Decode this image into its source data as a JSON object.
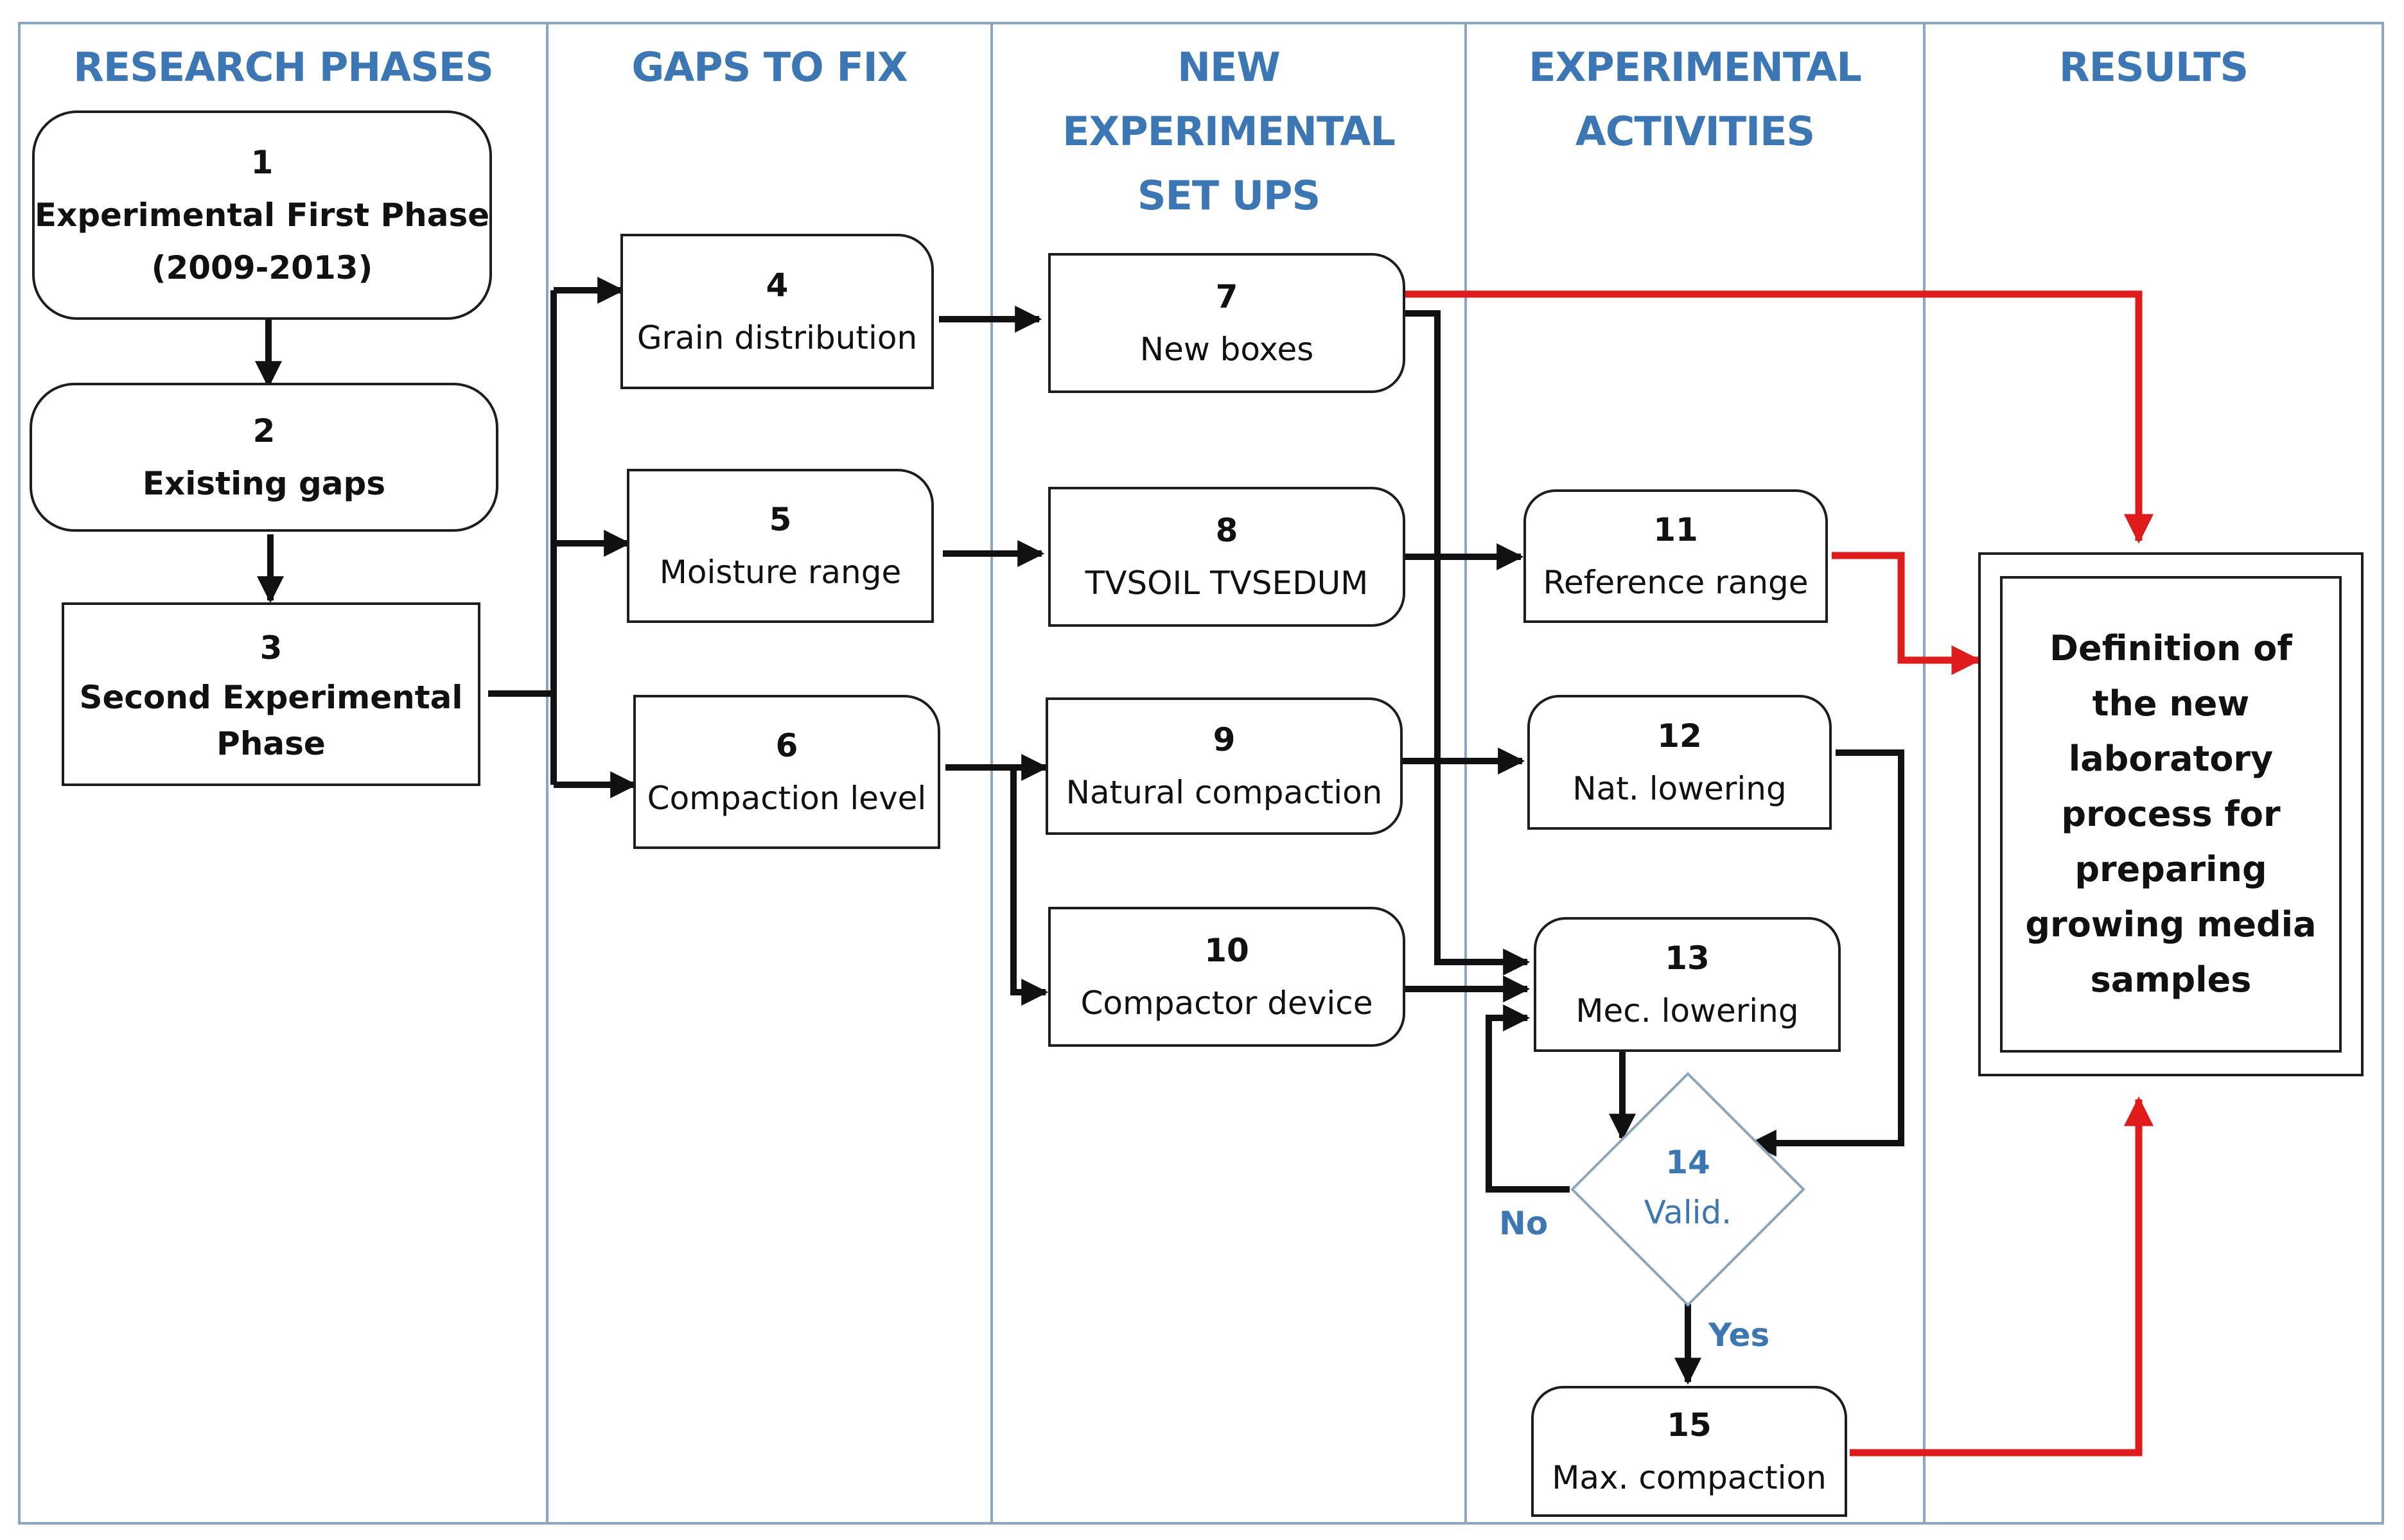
{
  "columns": [
    {
      "key": "research",
      "title_lines": [
        "RESEARCH PHASES"
      ]
    },
    {
      "key": "gaps",
      "title_lines": [
        "GAPS TO FIX"
      ]
    },
    {
      "key": "setups",
      "title_lines": [
        "NEW",
        "EXPERIMENTAL",
        "SET UPS"
      ]
    },
    {
      "key": "activities",
      "title_lines": [
        "EXPERIMENTAL",
        "ACTIVITIES"
      ]
    },
    {
      "key": "results",
      "title_lines": [
        "RESULTS"
      ]
    }
  ],
  "nodes": {
    "n1": {
      "num": "1",
      "lines": [
        "Experimental First Phase",
        "(2009-2013)"
      ]
    },
    "n2": {
      "num": "2",
      "lines": [
        "Existing gaps"
      ]
    },
    "n3": {
      "num": "3",
      "lines": [
        "Second Experimental",
        "Phase"
      ]
    },
    "n4": {
      "num": "4",
      "lines": [
        "Grain distribution"
      ]
    },
    "n5": {
      "num": "5",
      "lines": [
        "Moisture range"
      ]
    },
    "n6": {
      "num": "6",
      "lines": [
        "Compaction level"
      ]
    },
    "n7": {
      "num": "7",
      "lines": [
        "New boxes"
      ]
    },
    "n8": {
      "num": "8",
      "lines": [
        "TVSOIL TVSEDUM"
      ]
    },
    "n9": {
      "num": "9",
      "lines": [
        "Natural compaction"
      ]
    },
    "n10": {
      "num": "10",
      "lines": [
        "Compactor device"
      ]
    },
    "n11": {
      "num": "11",
      "lines": [
        "Reference range"
      ]
    },
    "n12": {
      "num": "12",
      "lines": [
        "Nat. lowering"
      ]
    },
    "n13": {
      "num": "13",
      "lines": [
        "Mec. lowering"
      ]
    },
    "n14": {
      "num": "14",
      "lines": [
        "Valid."
      ]
    },
    "n15": {
      "num": "15",
      "lines": [
        "Max. compaction"
      ]
    }
  },
  "result": {
    "text": "Definition of the new laboratory process for preparing growing media samples"
  },
  "decision_labels": {
    "no": "No",
    "yes": "Yes"
  },
  "colors": {
    "header": "#3a77b4",
    "grid": "#8aa6c0",
    "arrow": "#111111",
    "result_arrow": "#e01b1b",
    "decision": "#3a77b4"
  }
}
